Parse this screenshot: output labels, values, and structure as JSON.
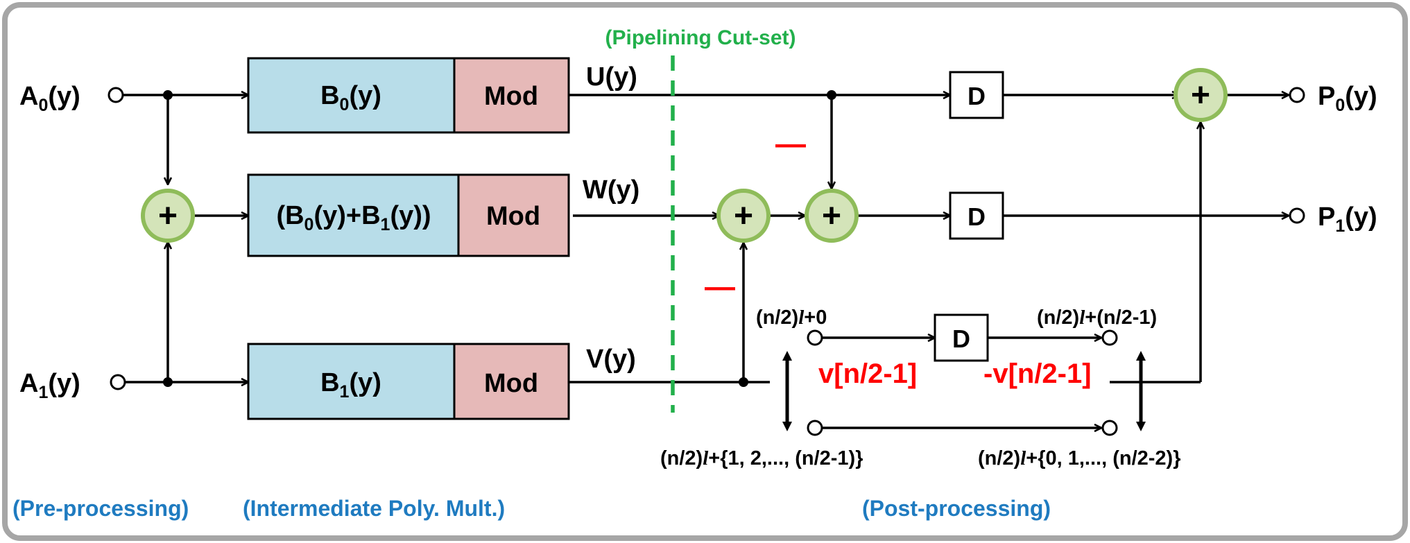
{
  "labels": {
    "cutset": "(Pipelining Cut-set)",
    "pre": "(Pre-processing)",
    "mid": "(Intermediate Poly. Mult.)",
    "post": "(Post-processing)"
  },
  "inputs": {
    "a0": {
      "main": "A",
      "sub": "0",
      "tail": "(y)"
    },
    "a1": {
      "main": "A",
      "sub": "1",
      "tail": "(y)"
    }
  },
  "outputs": {
    "p0": {
      "main": "P",
      "sub": "0",
      "tail": "(y)"
    },
    "p1": {
      "main": "P",
      "sub": "1",
      "tail": "(y)"
    }
  },
  "blocks": {
    "b0": {
      "main": "B",
      "sub": "0",
      "tail": "(y)"
    },
    "bsum": {
      "p1": "(B",
      "s1": "0",
      "p2": "(y)+B",
      "s2": "1",
      "p3": "(y))"
    },
    "b1": {
      "main": "B",
      "sub": "1",
      "tail": "(y)"
    },
    "mod": "Mod",
    "delay": "D",
    "adder": "+"
  },
  "signals": {
    "u": "U(y)",
    "w": "W(y)",
    "v": "V(y)"
  },
  "minus": "—",
  "switch": {
    "top_left_a": "(n/2)",
    "top_left_b": "+0",
    "top_right_a": "(n/2)",
    "top_right_b": "+(n/2-1)",
    "bottom_left_a": "(n/2)",
    "bottom_left_b": "+{1, 2,..., (n/2-1)}",
    "bottom_right_a": "(n/2)",
    "bottom_right_b": "+{0, 1,..., (n/2-2)}",
    "l": "l",
    "v_in": "v[n/2-1]",
    "v_out": "-v[n/2-1]"
  },
  "colors": {
    "block_fill": "#b8dde9",
    "mod_fill": "#e6b9b8",
    "adder_fill": "#d4e4b9",
    "adder_ring": "#8fbc5a",
    "cutset": "#22b04b",
    "label_blue": "#1f7bc0",
    "accent_red": "#ff0000",
    "frame": "#a6a6a6"
  }
}
